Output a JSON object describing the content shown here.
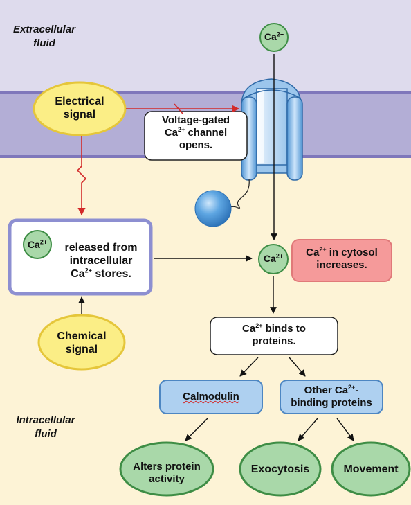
{
  "regions": {
    "extracellular": [
      "Extracellular",
      "fluid"
    ],
    "intracellular": [
      "Intracellular",
      "fluid"
    ]
  },
  "ion": {
    "base": "Ca",
    "charge": "2+"
  },
  "nodes": {
    "electrical_signal": [
      "Electrical",
      "signal"
    ],
    "channel_label": {
      "line1": "Voltage-gated",
      "line2_suffix": " channel",
      "line3": "opens."
    },
    "stores": {
      "line1": "released from",
      "line2": "intracellular",
      "line3_suffix": " stores."
    },
    "cytosol": {
      "line1_suffix": " in cytosol",
      "line2": "increases."
    },
    "binds": {
      "line1_suffix": " binds to",
      "line2": "proteins."
    },
    "calmodulin": "Calmodulin",
    "other_binding": {
      "line1_prefix": "Other ",
      "line2": "binding proteins"
    },
    "chemical_signal": [
      "Chemical",
      "signal"
    ],
    "alters": [
      "Alters protein",
      "activity"
    ],
    "exocytosis": "Exocytosis",
    "movement": "Movement"
  },
  "colors": {
    "extracellular_bg": "#dedbed",
    "cytosol_bg": "#fdf3d6",
    "membrane": "#b3aed6",
    "membrane_edge": "#7f77bb",
    "signal_fill": "#fbee86",
    "signal_stroke": "#e5c63a",
    "ion_fill": "#a9d8a9",
    "ion_stroke": "#3e8d45",
    "outcome_fill": "#a9d8a9",
    "outcome_stroke": "#3e8d45",
    "protein_fill": "#aed0f0",
    "protein_stroke": "#4d86c2",
    "cytosol_box_fill": "#f59a9a",
    "cytosol_box_stroke": "#e07979",
    "stores_stroke": "#8d8fd1",
    "signal_arrow": "#d32a2a"
  }
}
